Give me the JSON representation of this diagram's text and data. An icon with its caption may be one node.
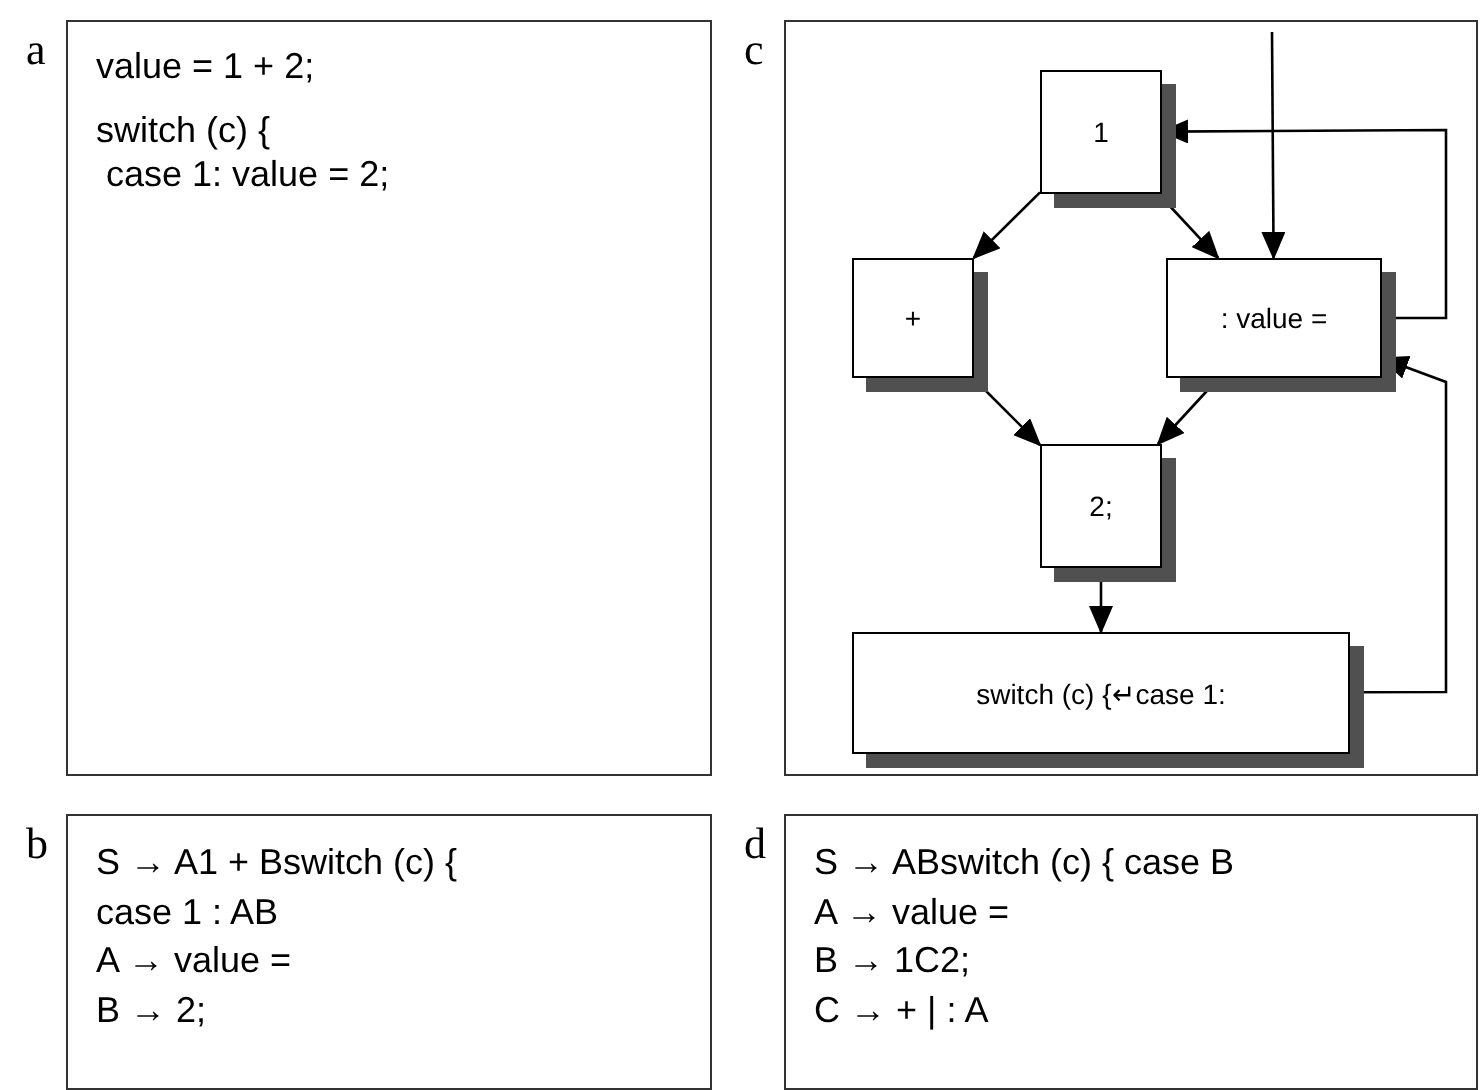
{
  "diagram": {
    "nodes": [
      {
        "text": [
          "value = 1 + 2;",
          "switch (c) {",
          "case 1: value = 2;"
        ],
        "beside": [
          "a"
        ]
      },
      {
        "text": [],
        "shape": "box",
        "beside": [
          "c"
        ]
      },
      {
        "text": [
          "1"
        ],
        "in": 1
      },
      {
        "text": [
          "+"
        ],
        "in": 1
      },
      {
        "text": [
          ": value ="
        ],
        "in": 1
      },
      {
        "text": [
          "2;"
        ],
        "in": 1
      },
      {
        "text": [
          "switch (c) {↵case 1:"
        ],
        "in": 1
      },
      {
        "text": [
          "S → A1 + Bswitch (c) {",
          "case 1 : AB",
          "A → value =",
          "B → 2;"
        ],
        "beside": [
          "b"
        ]
      },
      {
        "text": [
          "S → ABswitch (c) { case B",
          "A → value =",
          "B → 1C2;",
          "C → + | : A"
        ],
        "beside": [
          "d"
        ]
      }
    ],
    "edges": [
      {
        "from": null,
        "to": 4,
        "arrow": "to"
      },
      {
        "from": 2,
        "to": 3,
        "arrow": "to"
      },
      {
        "from": 2,
        "to": 4,
        "arrow": "to"
      },
      {
        "from": 3,
        "to": 5,
        "arrow": "to"
      },
      {
        "from": 4,
        "to": 5,
        "arrow": "to"
      },
      {
        "from": 5,
        "to": 6,
        "arrow": "to"
      },
      {
        "from": 4,
        "to": 2,
        "arrow": "to"
      },
      {
        "from": 6,
        "to": 4,
        "arrow": "to"
      }
    ]
  }
}
